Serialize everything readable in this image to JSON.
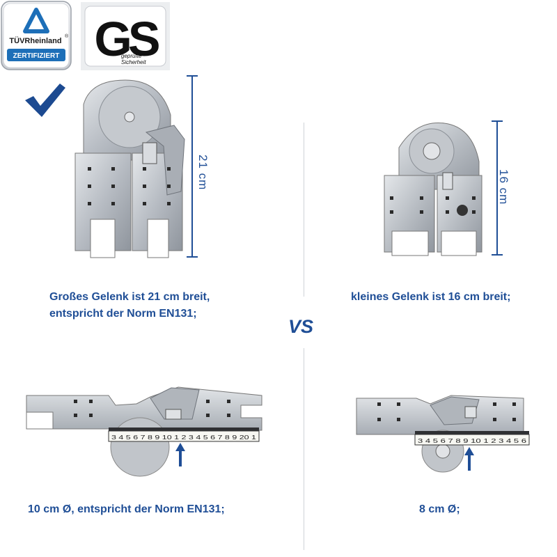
{
  "certifications": {
    "tuv_name": "TÜVRheinland",
    "tuv_registered": "®",
    "tuv_status": "ZERTIFIZIERT",
    "gs_mark": "GS",
    "gs_text": [
      "geprüfte",
      "Sicherheit"
    ]
  },
  "comparison": {
    "left_top": {
      "dimension": "21 cm",
      "caption_lines": [
        "Großes Gelenk ist 21 cm breit,",
        "entspricht der Norm EN131;"
      ]
    },
    "right_top": {
      "dimension": "16 cm",
      "caption_lines": [
        "kleines Gelenk ist 16 cm breit;"
      ]
    },
    "vs_label": "VS",
    "left_bottom": {
      "ruler_digits": "3 4 5 6 7 8 9 10 1 2 3 4 5 6 7 8 9 20 1",
      "caption": "10 cm Ø, entspricht der Norm EN131;"
    },
    "right_bottom": {
      "ruler_digits": "3 4 5 6 7 8 9 10 1 2 3 4 5 6",
      "caption": "8 cm Ø;"
    }
  },
  "colors": {
    "accent_blue": "#1f4e96",
    "check_blue": "#1c4a91",
    "metal": "#b9bec5"
  },
  "icons": [
    "checkmark-icon",
    "arrow-up-icon"
  ]
}
